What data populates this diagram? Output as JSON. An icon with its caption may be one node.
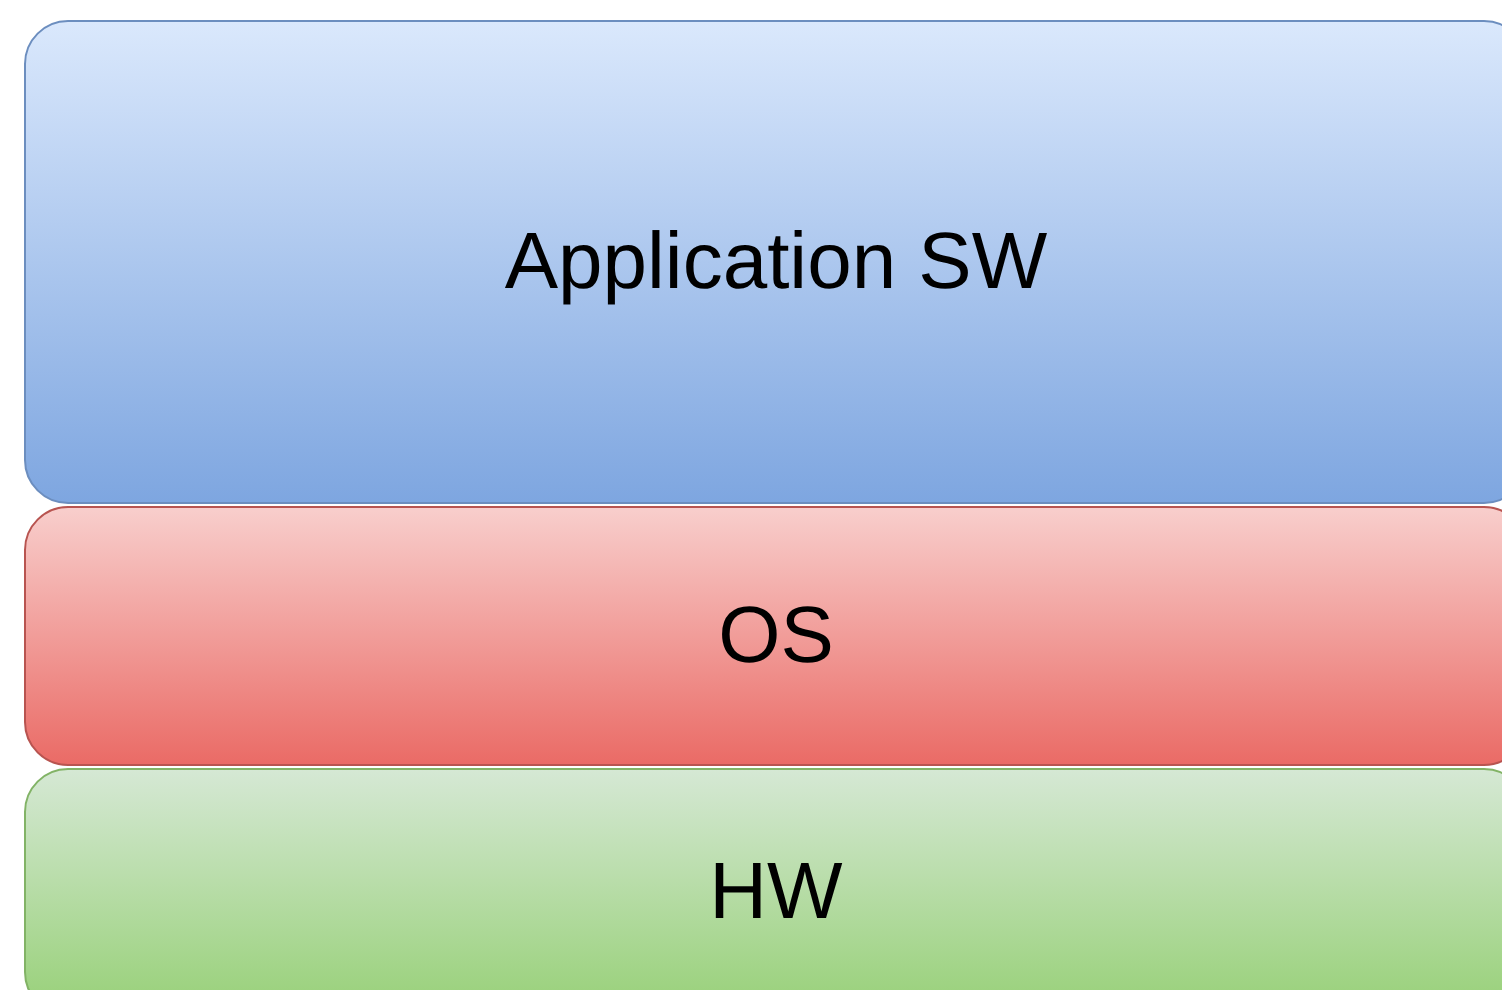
{
  "diagram": {
    "nodes": [
      {
        "text": [
          "Application SW"
        ]
      },
      {
        "text": [
          "OS"
        ]
      },
      {
        "text": [
          "HW"
        ]
      }
    ]
  }
}
